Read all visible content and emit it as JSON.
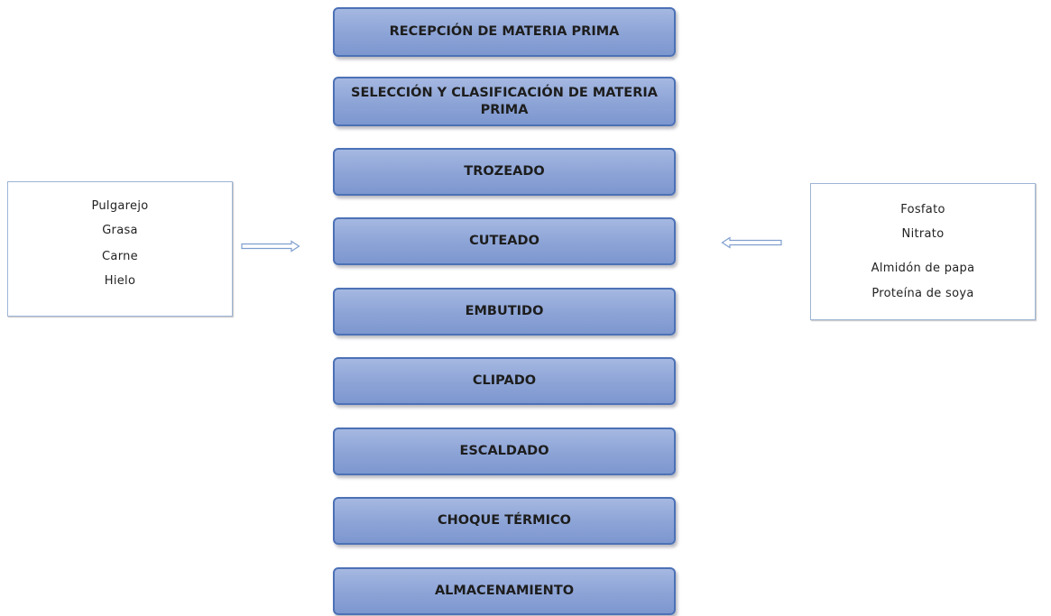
{
  "steps": [
    "RECEPCIÓN DE MATERIA PRIMA",
    "SELECCIÓN Y CLASIFICACIÓN DE MATERIA PRIMA",
    "TROZEADO",
    "CUTEADO",
    "EMBUTIDO",
    "CLIPADO",
    "ESCALDADO",
    "CHOQUE TÉRMICO",
    "ALMACENAMIENTO"
  ],
  "left_inputs": [
    "Pulgarejo",
    "Grasa",
    "Carne",
    "Hielo"
  ],
  "right_inputs": [
    "Fosfato",
    "Nitrato",
    "Almidón de papa",
    "Proteína de soya"
  ],
  "colors": {
    "step_fill": "#8ca3d6",
    "step_border": "#4c71b6",
    "box_border": "#9db5d6",
    "arrow": "#7f9fcf"
  }
}
